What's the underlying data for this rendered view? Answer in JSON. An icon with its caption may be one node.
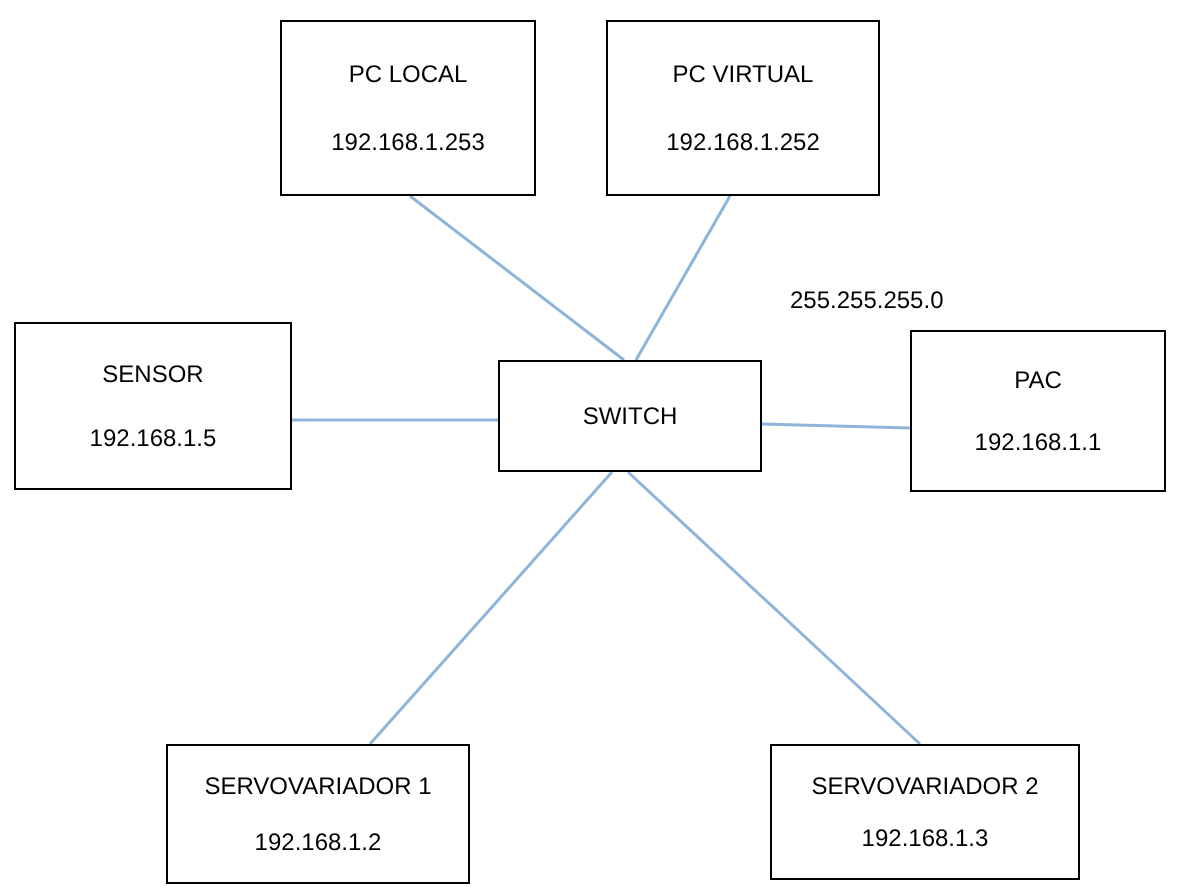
{
  "diagram": {
    "nodes": [
      {
        "text": [
          "PC LOCAL",
          "192.168.1.253"
        ]
      },
      {
        "text": [
          "PC VIRTUAL",
          "192.168.1.252"
        ]
      },
      {
        "text": [
          "SENSOR",
          "192.168.1.5"
        ]
      },
      {
        "text": [
          "SWITCH"
        ]
      },
      {
        "text": [
          "PAC",
          "192.168.1.1"
        ]
      },
      {
        "text": [
          "SERVOVARIADOR 1",
          "192.168.1.2"
        ]
      },
      {
        "text": [
          "SERVOVARIADOR 2",
          "192.168.1.3"
        ]
      }
    ],
    "edges": [
      {
        "from": 3,
        "to": 0,
        "arrow": "none"
      },
      {
        "from": 3,
        "to": 1,
        "arrow": "none"
      },
      {
        "from": 3,
        "to": 2,
        "arrow": "none"
      },
      {
        "from": 3,
        "to": 4,
        "arrow": "none"
      },
      {
        "from": 3,
        "to": 5,
        "arrow": "none"
      },
      {
        "from": 3,
        "to": 6,
        "arrow": "none"
      }
    ],
    "labels": [
      "255.255.255.0"
    ]
  }
}
